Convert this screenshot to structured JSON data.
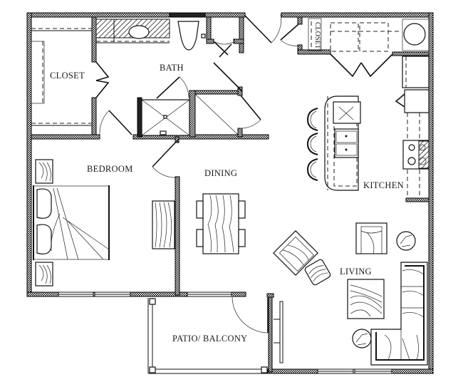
{
  "floor_plan": {
    "title": "",
    "rooms": [
      {
        "id": "closet",
        "label": "CLOSET"
      },
      {
        "id": "bath",
        "label": "BATH"
      },
      {
        "id": "bedroom",
        "label": "BEDROOM"
      },
      {
        "id": "dining",
        "label": "DINING"
      },
      {
        "id": "kitchen",
        "label": "KITCHEN"
      },
      {
        "id": "living",
        "label": "LIVING"
      },
      {
        "id": "patio",
        "label": "PATIO/ BALCONY"
      },
      {
        "id": "entry_closet",
        "label": "CLOSET"
      }
    ],
    "fixtures": {
      "bath": [
        "vanity-sink",
        "toilet",
        "shower",
        "linen-closet"
      ],
      "kitchen": [
        "island-with-cooktop",
        "double-sink",
        "bar-stools-3",
        "refrigerator",
        "range",
        "pantry",
        "water-heater"
      ],
      "bedroom": [
        "queen-bed",
        "nightstand-2",
        "dresser"
      ],
      "dining": [
        "dining-table",
        "chairs-4"
      ],
      "living": [
        "sectional-sofa",
        "armchair-2",
        "ottoman",
        "coffee-table",
        "side-table-2"
      ]
    },
    "colors": {
      "wall": "#000000",
      "background": "#ffffff",
      "text": "#1a1a1a"
    }
  }
}
